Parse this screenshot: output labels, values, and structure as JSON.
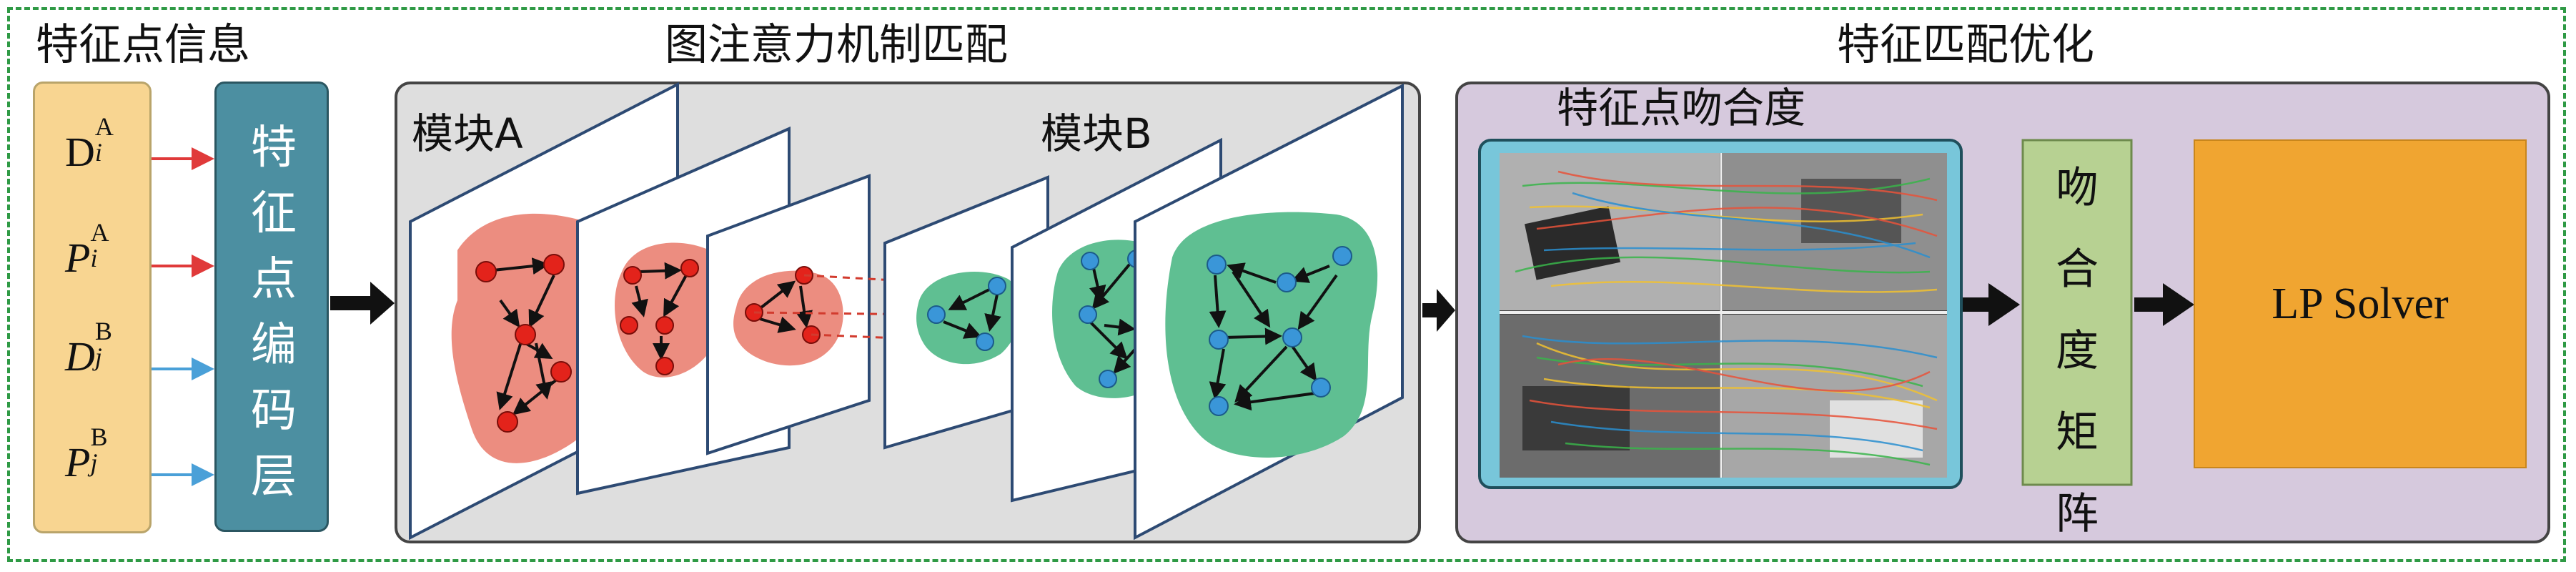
{
  "sections": {
    "feature_info": "特征点信息",
    "attention_matching": "图注意力机制匹配",
    "matching_optimization": "特征匹配优化"
  },
  "features": [
    {
      "base": "D",
      "sup": "A",
      "sub": "i",
      "italic": false,
      "arrow_color": "#e03a3a"
    },
    {
      "base": "P",
      "sup": "A",
      "sub": "i",
      "italic": true,
      "arrow_color": "#e03a3a"
    },
    {
      "base": "D",
      "sup": "B",
      "sub": "j",
      "italic": true,
      "arrow_color": "#4aa0d8"
    },
    {
      "base": "P",
      "sup": "B",
      "sub": "j",
      "italic": true,
      "arrow_color": "#4aa0d8"
    }
  ],
  "encoder_label": "特征点编码层",
  "module_a": "模块A",
  "module_b": "模块B",
  "fitness_title": "特征点吻合度",
  "fitness_matrix": "吻合度矩阵",
  "solver": "LP Solver",
  "colors": {
    "frame": "#2f9a45",
    "feature_box": "#f8d591",
    "encoder": "#4c8fa1",
    "attention_panel": "#dedede",
    "optimization_panel": "#d6c9dd",
    "blob_a": "#ec8d80",
    "blob_b": "#5fbf92",
    "node_a": "#e3231b",
    "node_b": "#3a96d8",
    "matrix": "#b7d192",
    "solver": "#f0a531"
  }
}
